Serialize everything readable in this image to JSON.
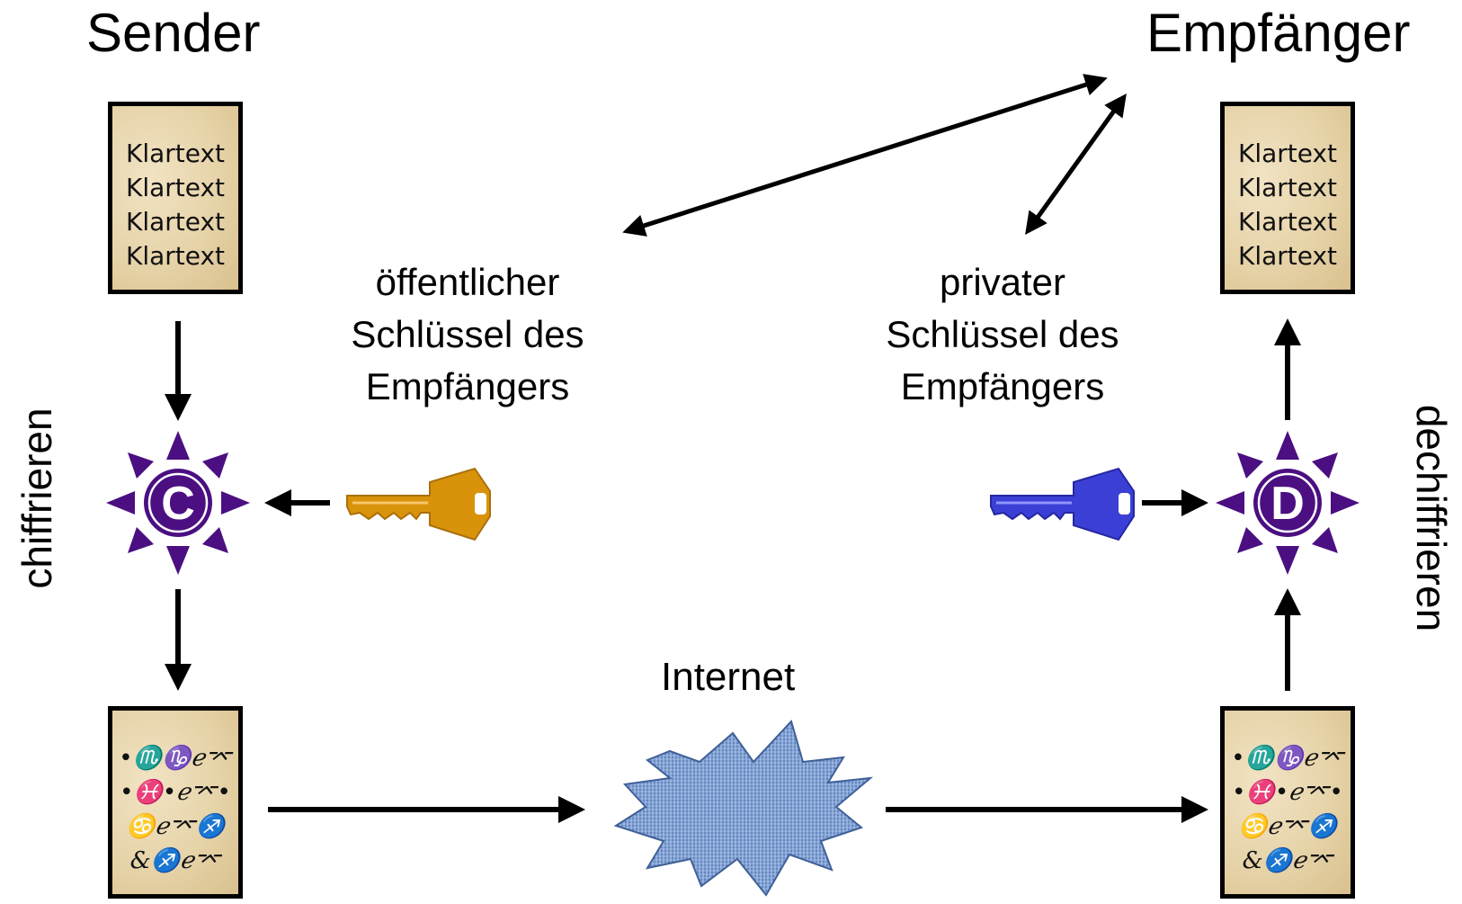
{
  "titles": {
    "sender": "Sender",
    "receiver": "Empfänger"
  },
  "plaintext_lines": [
    "Klartext",
    "Klartext",
    "Klartext",
    "Klartext"
  ],
  "cipher_lines": [
    "•♏♑ℯ⌤",
    "•♓•ℯ⌤•",
    "♋ℯ⌤♐",
    "&♐ℯ⌤"
  ],
  "public_key_label": [
    "öffentlicher",
    "Schlüssel des",
    "Empfängers"
  ],
  "private_key_label": [
    "privater",
    "Schlüssel des",
    "Empfängers"
  ],
  "encrypt_label": "chiffrieren",
  "decrypt_label": "dechiffrieren",
  "internet_label": "Internet",
  "encrypt_node": "C",
  "decrypt_node": "D",
  "colors": {
    "node": "#4b0f82",
    "public_key": "#d9930b",
    "private_key": "#3b3fd6",
    "cloud": "#7fa0d2",
    "paper": "#e6d3a8"
  }
}
